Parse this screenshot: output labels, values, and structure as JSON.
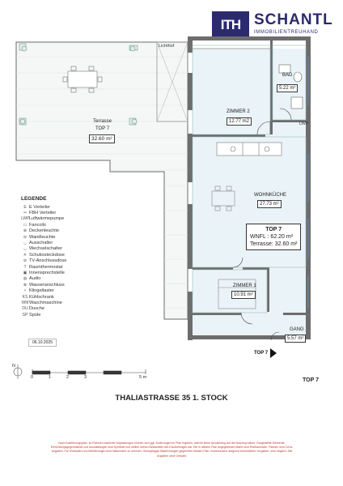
{
  "logo": {
    "mark": "ITH",
    "name": "SCHANTL",
    "tagline": "IMMOBILIENTREUHAND"
  },
  "plan": {
    "lichthof": "Lichthof",
    "terrace": {
      "name": "Terrasse",
      "unit": "TOP 7",
      "area": "32.60 m²"
    },
    "bad": {
      "name": "BAD",
      "area": "5.22 m²"
    },
    "zimmer2": {
      "name": "ZIMMER 2",
      "area": "12.77 m2"
    },
    "wohnkueche": {
      "name": "WOHNKÜCHE",
      "area": "27.73 m²"
    },
    "zimmer1": {
      "name": "ZIMMER 1",
      "area": "10.91 m²"
    },
    "gang": {
      "name": "GANG",
      "area": "5.57 m²"
    },
    "lwp": "LWP",
    "entrance": "TOP 7",
    "summary": {
      "title": "TOP 7",
      "wnfl_label": "WNFL :",
      "wnfl_value": "62.20 m²",
      "terrace_label": "Terrasse:",
      "terrace_value": "32.60 m²"
    }
  },
  "legend": {
    "title": "LEGENDE",
    "items": [
      {
        "sym": "E",
        "label": "E Verteiler"
      },
      {
        "sym": "═",
        "label": "FBH Verteiler"
      },
      {
        "sym": "LWP",
        "label": "Luftwärmepumpe"
      },
      {
        "sym": "▭",
        "label": "Fancoils"
      },
      {
        "sym": "⊕",
        "label": "Deckenleuchte"
      },
      {
        "sym": "⊖",
        "label": "Wandleuchte"
      },
      {
        "sym": "◡",
        "label": "Ausschalter"
      },
      {
        "sym": "◡",
        "label": "Wechselschalter"
      },
      {
        "sym": "✕",
        "label": "Schukosteckdose"
      },
      {
        "sym": "⊘",
        "label": "TV-Anschlussdose"
      },
      {
        "sym": "T",
        "label": "Raumthermostat"
      },
      {
        "sym": "▣",
        "label": "Innensprechstelle"
      },
      {
        "sym": "◍",
        "label": "Audio"
      },
      {
        "sym": "⊗",
        "label": "Wasseranschluss"
      },
      {
        "sym": "•",
        "label": "Klingeltaster"
      },
      {
        "sym": "KS",
        "label": "Kühlschrank"
      },
      {
        "sym": "WM",
        "label": "Waschmaschine"
      },
      {
        "sym": "DU",
        "label": "Dusche"
      },
      {
        "sym": "SP",
        "label": "Spüle"
      }
    ],
    "date": "06.10.2025"
  },
  "scale": {
    "north": "N",
    "ticks": [
      "0",
      "1",
      "2",
      "3",
      "5 m"
    ]
  },
  "footer": {
    "unit": "TOP 7",
    "street": "THALIASTRASSE   35  1. STOCK",
    "disclaimer": "Nach Ausführungsplan. Im Rahmen baulicher Anpassungen können sich ggf. Änderungen im Plan ergeben, welche keine Auswirkung auf die Nutzung haben. Dargestellte Elemente, Einrichtungsgegenstände und Ausstattungen sind Symbole und stellen keinen Bestandteil des Kaufvertrages dar. Die in diesem Plan angegebenen Maße sind Rohbaumaße. Flächen sind Circa-Angaben. Für Einbauten und Möblierungen sind Naturmaße zu nehmen. Geringfügige Abweichungen gegenüber diesem Plan, insbesondere aufgrund behördlicher Vorgaben, sind möglich. Alle Angaben ohne Gewähr."
  }
}
